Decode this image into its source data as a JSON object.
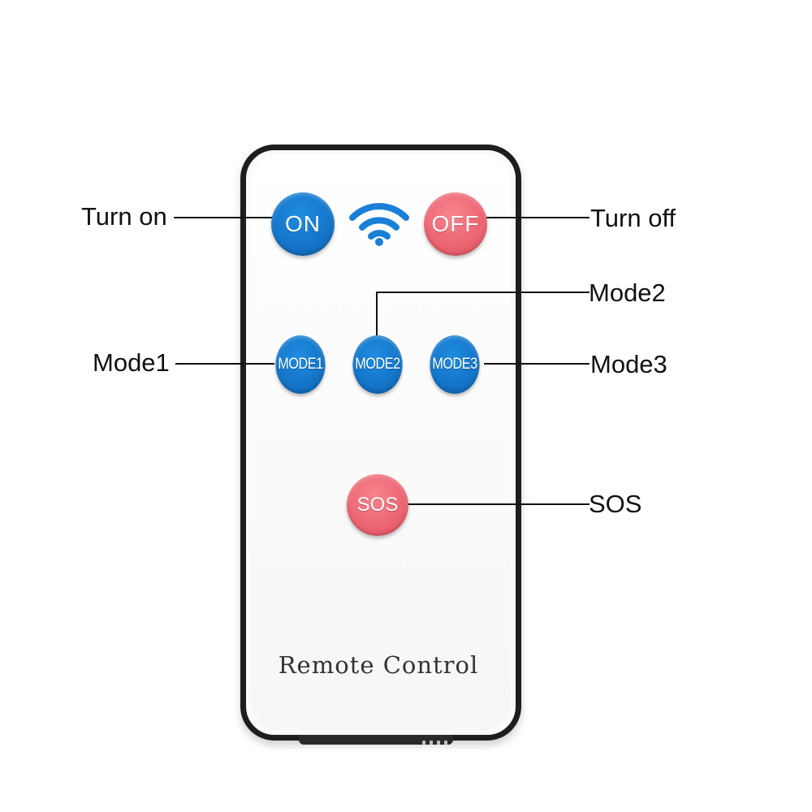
{
  "remote": {
    "brand_text": "Remote Control",
    "buttons": {
      "on": "ON",
      "off": "OFF",
      "mode1": "MODE1",
      "mode2": "MODE2",
      "mode3": "MODE3",
      "sos": "SOS"
    },
    "signal_icon": "wifi-signal-icon"
  },
  "callouts": {
    "turn_on": "Turn on",
    "turn_off": "Turn off",
    "mode1": "Mode1",
    "mode2": "Mode2",
    "mode3": "Mode3",
    "sos": "SOS"
  },
  "colors": {
    "blue_button": "#1474c8",
    "red_button": "#ec6471",
    "remote_frame": "#1e1e1e"
  }
}
